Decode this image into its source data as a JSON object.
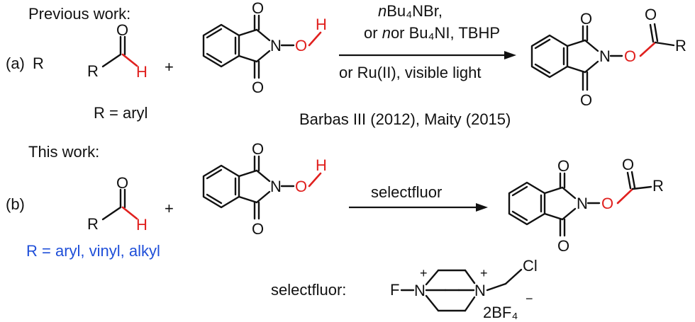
{
  "section_a": {
    "heading": "Previous work:",
    "label": "(a)",
    "r_marker": "R",
    "aldehyde_scope": "R = aryl",
    "conditions_line1": "Bu₄NBr,",
    "conditions_line2": "or Bu₄NI, TBHP",
    "conditions_line3": "or Ru(II), visible light",
    "italic_n": "n",
    "citation": "Barbas III (2012), Maity (2015)"
  },
  "section_b": {
    "heading": "This work:",
    "label": "(b)",
    "aldehyde_scope": "R = aryl, vinyl, alkyl",
    "conditions": "selectfluor",
    "reagent_label": "selectfluor:",
    "counterion": "2BF₄",
    "counterion_charge": "−"
  },
  "atoms": {
    "O": "O",
    "H": "H",
    "N": "N",
    "R": "R",
    "F": "F",
    "Cl": "Cl",
    "plus": "+",
    "charge_plus": "+"
  },
  "colors": {
    "highlight": "#e0201e",
    "scope_blue": "#1f4fd9",
    "ink": "#111111"
  }
}
